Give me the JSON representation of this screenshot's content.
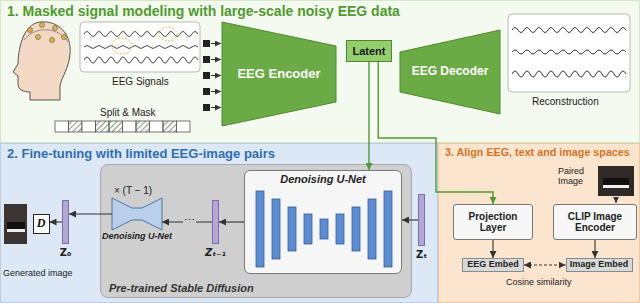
{
  "diagram": {
    "nodes": [
      {
        "text": [
          "1. Masked signal modeling with large-scale noisy EEG data"
        ]
      },
      {
        "text": [
          "EEG Encoder"
        ],
        "in": 0
      },
      {
        "text": [
          "Latent"
        ],
        "in": 0
      },
      {
        "text": [
          "EEG Decoder"
        ],
        "in": 0
      },
      {
        "text": [
          "2. Fine-tuning with limited EEG-image pairs"
        ]
      },
      {
        "text": [
          "D"
        ],
        "in": 4
      },
      {
        "text": [
          "Z₀"
        ],
        "in": 4
      },
      {
        "text": [
          "Pre-trained Stable Diffusion"
        ],
        "in": 4
      },
      {
        "text": [
          "Denoising U-Net"
        ],
        "in": 7
      },
      {
        "text": [
          "Zₜ₋₁"
        ],
        "in": 7
      },
      {
        "text": [
          "Denoising U-Net"
        ],
        "in": 7
      },
      {
        "text": [
          "Zₜ"
        ],
        "in": 4
      },
      {
        "text": [
          "3. Align EEG, text and image spaces"
        ]
      },
      {
        "text": [
          "Projection Layer"
        ],
        "in": 12
      },
      {
        "text": [
          "CLIP Image Encoder"
        ],
        "in": 12
      },
      {
        "text": [
          "EEG Embed"
        ],
        "in": 12
      },
      {
        "text": [
          "Image Embed"
        ],
        "in": 12
      }
    ],
    "edges": [
      {
        "from": 2,
        "to": 10,
        "arrow": "to"
      },
      {
        "from": 2,
        "to": 13,
        "arrow": "to"
      },
      {
        "from": 11,
        "to": 10,
        "arrow": "to"
      },
      {
        "from": 10,
        "to": 9,
        "arrow": "to"
      },
      {
        "from": 9,
        "to": 8,
        "arrow": "to"
      },
      {
        "from": 8,
        "to": 6,
        "arrow": "to"
      },
      {
        "from": 6,
        "to": 5,
        "arrow": "to"
      },
      {
        "from": 13,
        "to": 15,
        "arrow": "to"
      },
      {
        "from": 14,
        "to": 16,
        "arrow": "to"
      },
      {
        "from": 15,
        "to": 16,
        "arrow": "both"
      }
    ],
    "labels": [
      "EEG Signals",
      "Split & Mask",
      "Reconstruction",
      "× (T − 1)",
      "⋯",
      "Generated image",
      "Paired Image",
      "Cosine similarity"
    ]
  }
}
